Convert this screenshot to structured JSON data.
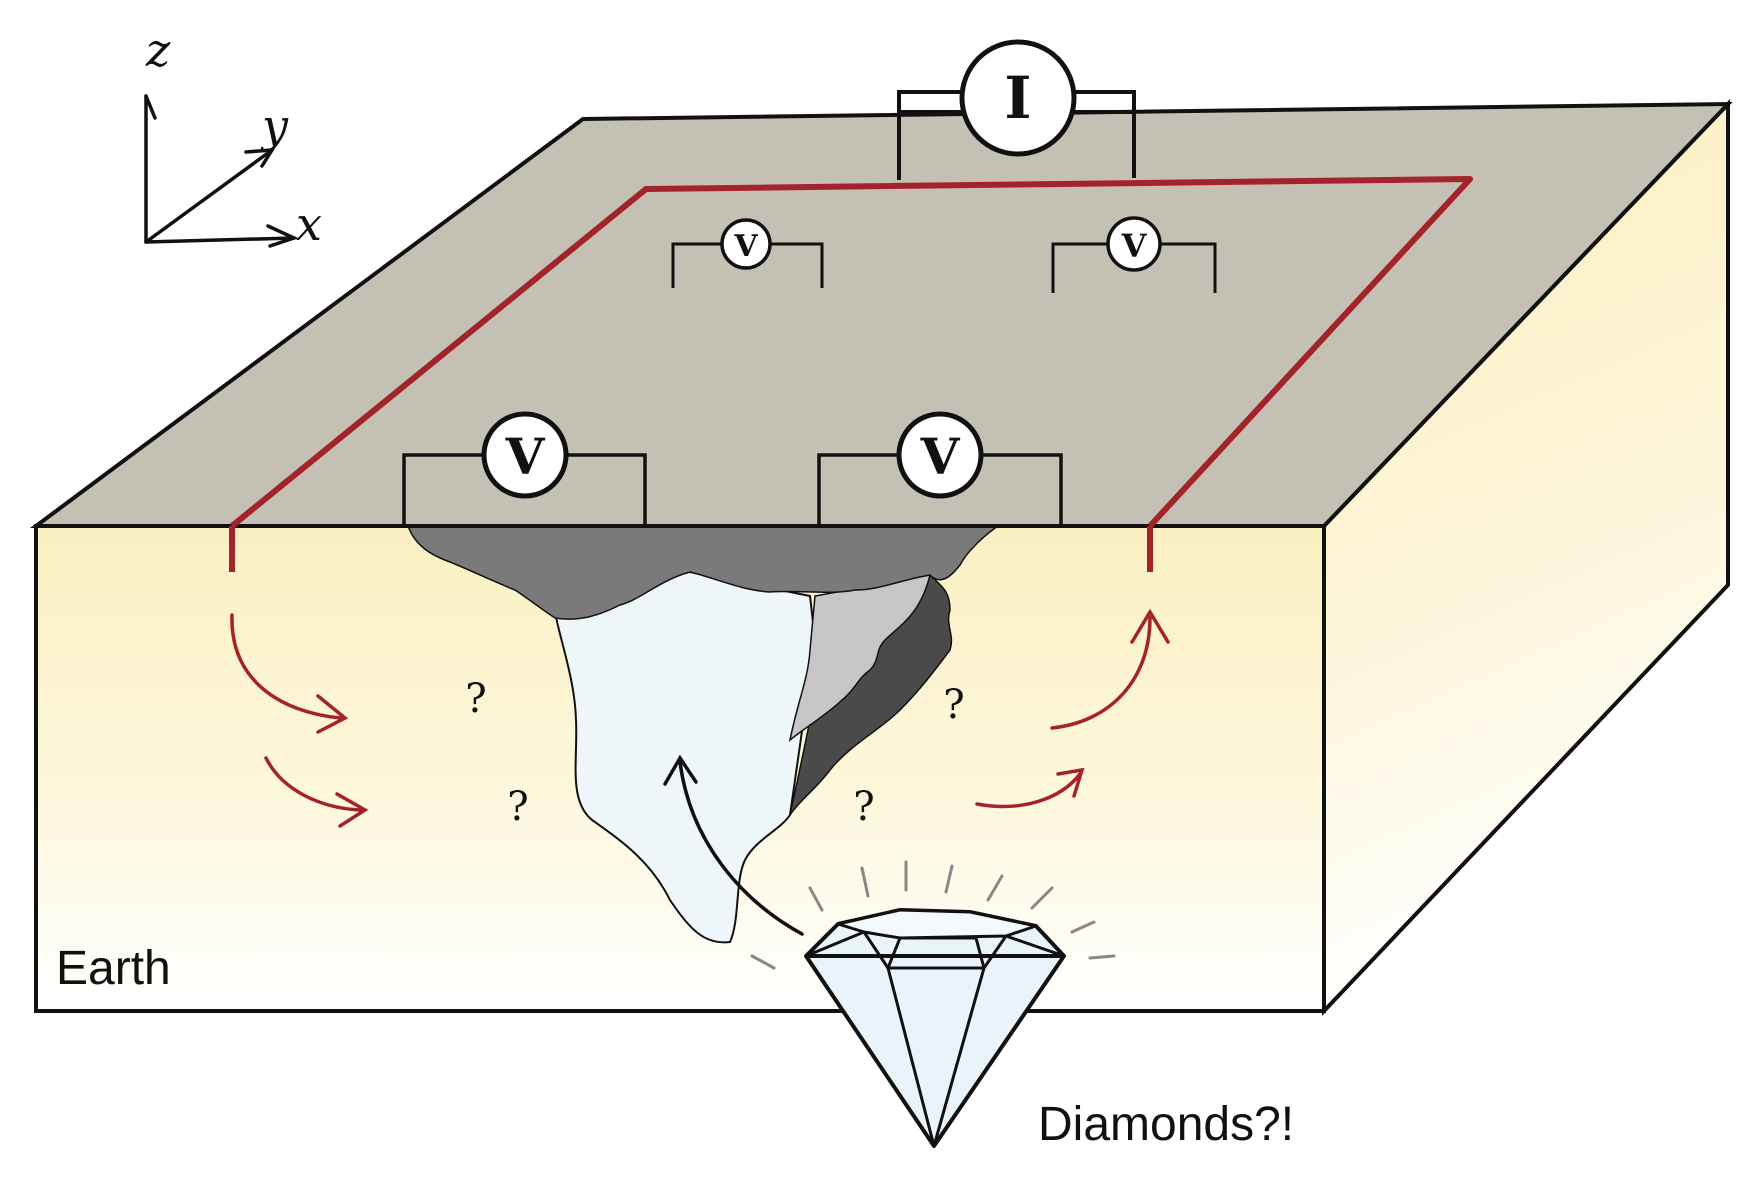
{
  "axes": {
    "z": "z",
    "y": "y",
    "x": "x"
  },
  "current_meter": {
    "symbol": "I"
  },
  "voltmeters": [
    {
      "symbol": "V"
    },
    {
      "symbol": "V"
    },
    {
      "symbol": "V"
    },
    {
      "symbol": "V"
    }
  ],
  "question_marks": [
    "?",
    "?",
    "?",
    "?"
  ],
  "earth_label": "Earth",
  "diamond_label": "Diamonds?!",
  "colors": {
    "top_surface": "#c4c0b4",
    "earth_fill": "#fdf3c8",
    "wire": "#a3232a",
    "outline": "#111111",
    "dark_rock": "#7a7a7a",
    "darker_rock": "#4a4a4a",
    "light_rock": "#c6c6c6",
    "kimberlite": "#eef6fa",
    "diamond": "#e8f4f9"
  }
}
